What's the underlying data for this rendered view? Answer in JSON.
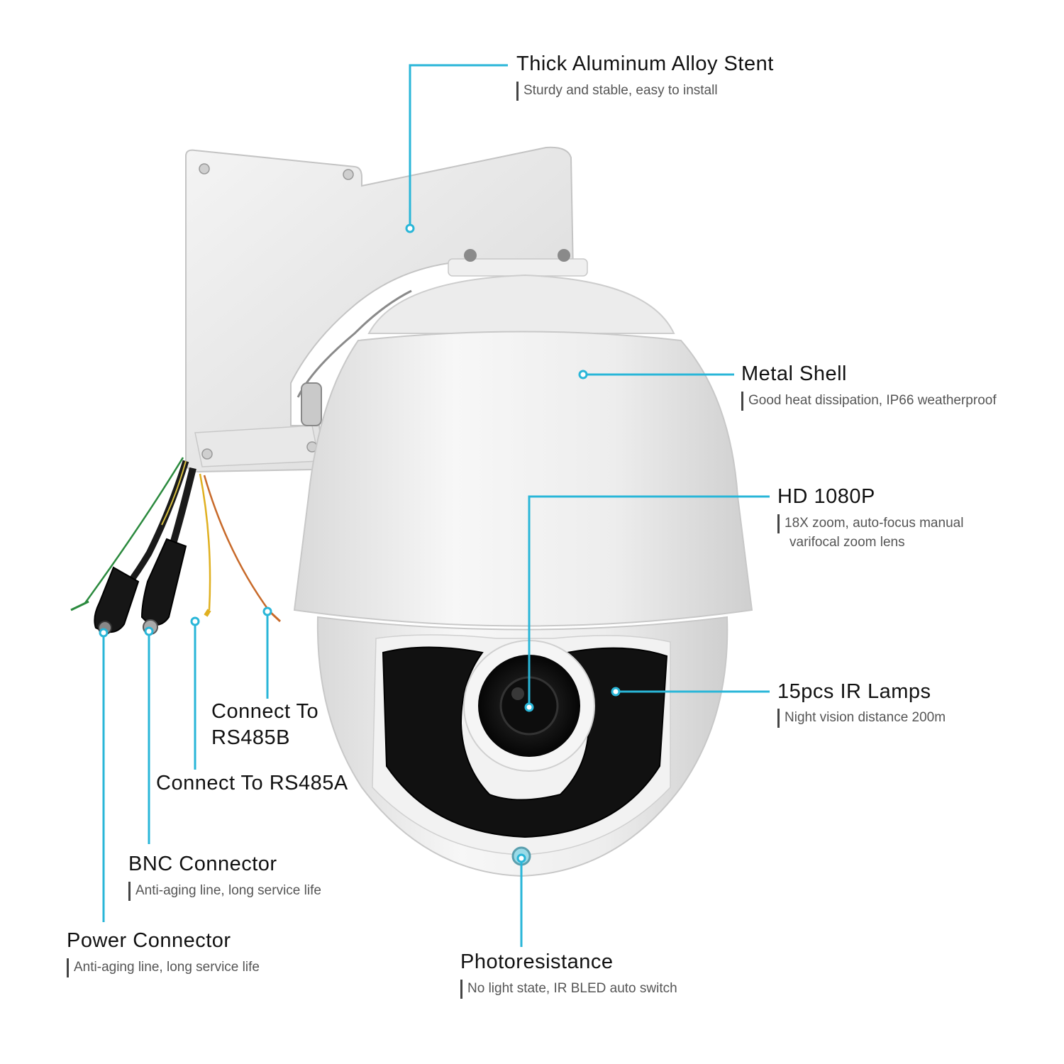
{
  "callouts": {
    "stent": {
      "title": "Thick Aluminum Alloy Stent",
      "desc": "Sturdy and stable, easy to install"
    },
    "shell": {
      "title": "Metal Shell",
      "desc": "Good heat dissipation, IP66 weatherproof"
    },
    "hd": {
      "title": "HD 1080P",
      "desc_line1": "18X zoom, auto-focus manual",
      "desc_line2": "varifocal zoom lens"
    },
    "ir": {
      "title": "15pcs IR Lamps",
      "desc": "Night vision distance 200m"
    },
    "rs485b": {
      "title_line1": "Connect To",
      "title_line2": "RS485B"
    },
    "rs485a": {
      "title": "Connect To RS485A"
    },
    "bnc": {
      "title": "BNC Connector",
      "desc": "Anti-aging line, long service life"
    },
    "power": {
      "title": "Power Connector",
      "desc": "Anti-aging line, long service life"
    },
    "photo": {
      "title": "Photoresistance",
      "desc": "No light state, IR BLED auto switch"
    }
  },
  "colors": {
    "leader_line": "#29b6d8",
    "title_text": "#111111",
    "desc_text": "#555555"
  }
}
